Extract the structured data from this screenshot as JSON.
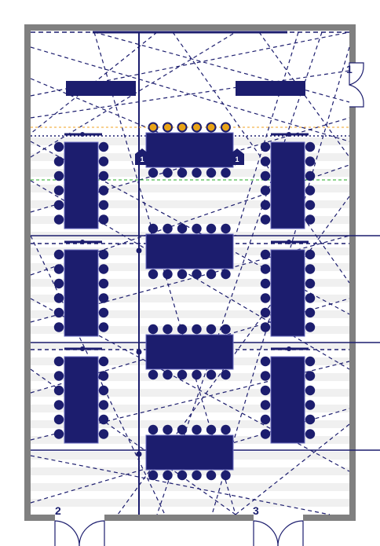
{
  "colors": {
    "navy": "#1c1d6e",
    "wall": "#808080",
    "stripe": "#f0f0f0",
    "orange": "#f0a020",
    "green": "#22aa22",
    "highlight": "#e8a317"
  },
  "doors": [
    {
      "id": "door-1",
      "label": "1"
    },
    {
      "id": "door-2",
      "label": "2"
    },
    {
      "id": "door-3",
      "label": "3"
    }
  ],
  "cameras": [
    {
      "id": "camera-left",
      "label": "1"
    },
    {
      "id": "camera-right",
      "label": "1"
    }
  ],
  "tables": {
    "horizontal_count": 4,
    "vertical_count": 6,
    "highlighted_seats": 6
  },
  "icons": {
    "door": "door-swing-icon",
    "camera": "camera-icon",
    "seat": "chair-icon"
  }
}
